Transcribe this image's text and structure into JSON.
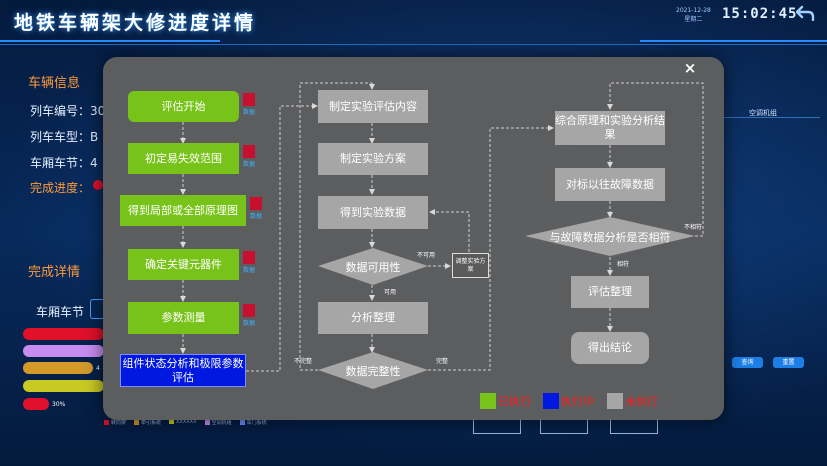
{
  "header": {
    "title": "地铁车辆架大修进度详情",
    "date": "2021-12-28",
    "weekday": "星期二",
    "time": "15:02:45"
  },
  "vehicle_info": {
    "heading": "车辆信息",
    "train_no_label": "列车编号：30",
    "train_type_label": "列车车型：B",
    "carriage_label": "车厢车节：4",
    "progress_label": "完成进度："
  },
  "completion": {
    "heading": "完成详情",
    "carriage_label": "车厢车节",
    "bars": [
      {
        "color": "#e0102a",
        "percent": "",
        "fill": 0.95
      },
      {
        "color": "#c78cf0",
        "percent": "",
        "fill": 0.95
      },
      {
        "color": "#d39a2a",
        "percent": "4",
        "fill": 0.82
      },
      {
        "color": "#c9c924",
        "percent": "",
        "fill": 0.95
      },
      {
        "color": "#e0102a",
        "percent": "30%",
        "fill": 0.3
      }
    ],
    "legend": [
      {
        "color": "#e0102a",
        "label": "转向架"
      },
      {
        "color": "#d39a2a",
        "label": "牵引系统"
      },
      {
        "color": "#c9c924",
        "label": "XXXXXX"
      },
      {
        "color": "#c78cf0",
        "label": "空调机组"
      },
      {
        "color": "#6a8cff",
        "label": "车门系统"
      }
    ]
  },
  "right_panel": {
    "label": "空调机组",
    "query_button": "查询",
    "reset_button": "重置"
  },
  "modal": {
    "close_label": "×",
    "left_column": [
      {
        "text": "评估开始",
        "side": "数据"
      },
      {
        "text": "初定易失效范围",
        "side": "数据"
      },
      {
        "text": "得到局部或全部原理图",
        "side": "数据"
      },
      {
        "text": "确定关键元器件",
        "side": "数据"
      },
      {
        "text": "参数测量",
        "side": "数据"
      },
      {
        "text": "组件状态分析和极限参数评估"
      }
    ],
    "mid_column": {
      "n1": "制定实验评估内容",
      "n2": "制定实验方案",
      "n3": "得到实验数据",
      "d1": "数据可用性",
      "n4": "分析整理",
      "d2": "数据完整性",
      "adjust_box": "调整实验方案",
      "label_unusable": "不可用",
      "label_usable": "可用",
      "label_incomplete": "不完整",
      "label_complete": "完整"
    },
    "right_column": {
      "n1": "综合原理和实验分析结果",
      "n2": "对标以往故障数据",
      "d1": "与故障数据分析是否相符",
      "n3": "评估整理",
      "n4": "得出结论",
      "label_mismatch": "不相符",
      "label_match": "相符"
    },
    "legend": [
      {
        "color": "#78c31a",
        "label": "已执行"
      },
      {
        "color": "#0018e0",
        "label": "执行中"
      },
      {
        "color": "#a6a6a6",
        "label": "未执行"
      }
    ]
  }
}
